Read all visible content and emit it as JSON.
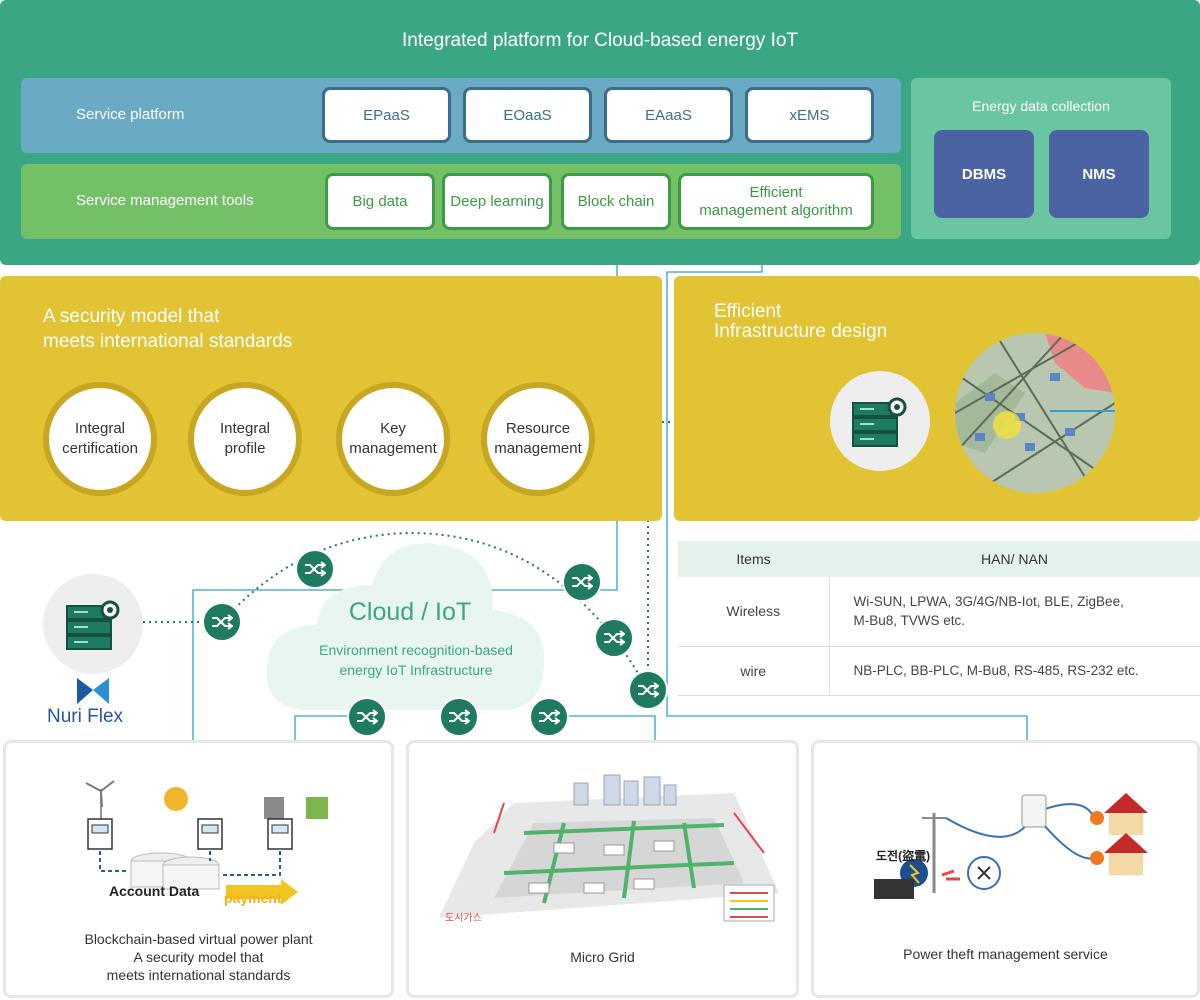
{
  "title": "Integrated platform for Cloud-based energy IoT",
  "service_platform": {
    "label": "Service platform",
    "items": [
      "EPaaS",
      "EOaaS",
      "EAaaS",
      "xEMS"
    ]
  },
  "service_management": {
    "label": "Service management tools",
    "items": [
      "Big data",
      "Deep learning",
      "Block chain",
      "Efficient\nmanagement algorithm"
    ]
  },
  "energy_collection": {
    "title": "Energy data collection",
    "items": [
      "DBMS",
      "NMS"
    ]
  },
  "security": {
    "title": "A security model that\nmeets international standards",
    "items": [
      "Integral\ncertification",
      "Integral\nprofile",
      "Key\nmanagement",
      "Resource\nmanagement"
    ]
  },
  "infrastructure": {
    "title": "Efficient\nInfrastructure design"
  },
  "network_table": {
    "headers": [
      "Items",
      "HAN/ NAN"
    ],
    "rows": [
      {
        "item": "Wireless",
        "value": "Wi-SUN, LPWA, 3G/4G/NB-Iot, BLE, ZigBee,\nM-Bu8, TVWS etc."
      },
      {
        "item": "wire",
        "value": "NB-PLC, BB-PLC, M-Bu8, RS-485, RS-232 etc."
      }
    ]
  },
  "cloud": {
    "title": "Cloud / IoT",
    "subtitle": "Environment recognition-based\nenergy IoT Infrastructure"
  },
  "logo": {
    "text": "Nuri Flex"
  },
  "cards": [
    {
      "caption": "Blockchain-based virtual power plant\nA security model that\nmeets international standards",
      "db_label": "Account  Data",
      "payment_label": "payment"
    },
    {
      "caption": "Micro Grid",
      "map_label": "도시가스"
    },
    {
      "caption": "Power theft management service",
      "theft_label": "도전(盜電)"
    }
  ],
  "colors": {
    "primary_green": "#3aa683",
    "service_blue": "#6baac5",
    "mgmt_green": "#74c066",
    "yellow": "#e1c334",
    "node_green": "#1f7a62",
    "db_blue": "#4b62a3",
    "line_blue": "#2ea1d6"
  }
}
